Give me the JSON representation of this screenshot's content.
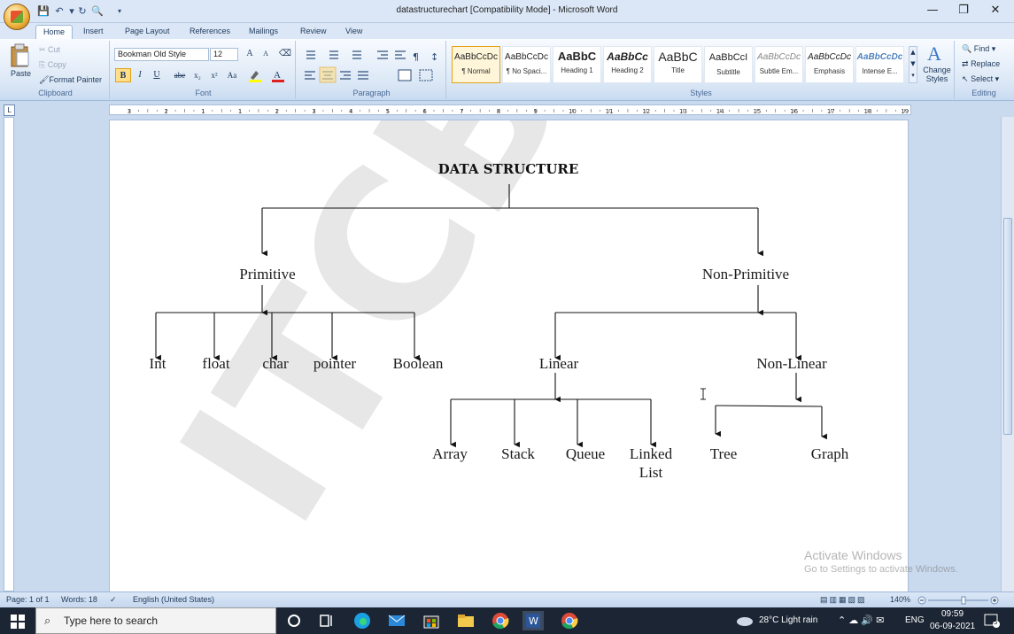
{
  "window": {
    "title": "datastructurechart [Compatibility Mode] - Microsoft Word",
    "controls": [
      "—",
      "❐",
      "✕"
    ]
  },
  "tabs": [
    "Home",
    "Insert",
    "Page Layout",
    "References",
    "Mailings",
    "Review",
    "View"
  ],
  "active_tab": "Home",
  "clipboard": {
    "paste": "Paste",
    "cut": "Cut",
    "copy": "Copy",
    "format_painter": "Format Painter",
    "label": "Clipboard"
  },
  "font": {
    "family": "Bookman Old Style",
    "size": "12",
    "label": "Font",
    "buttons": [
      "B",
      "I",
      "U",
      "abe",
      "x₂",
      "x²",
      "Aa"
    ]
  },
  "paragraph": {
    "label": "Paragraph"
  },
  "styles": {
    "label": "Styles",
    "items": [
      {
        "sample": "AaBbCcDc",
        "name": "¶ Normal"
      },
      {
        "sample": "AaBbCcDc",
        "name": "¶ No Spaci..."
      },
      {
        "sample": "AaBbC",
        "name": "Heading 1"
      },
      {
        "sample": "AaBbCc",
        "name": "Heading 2"
      },
      {
        "sample": "AaBbC",
        "name": "Title"
      },
      {
        "sample": "AaBbCcI",
        "name": "Subtitle"
      },
      {
        "sample": "AaBbCcDc",
        "name": "Subtle Em..."
      },
      {
        "sample": "AaBbCcDc",
        "name": "Emphasis"
      },
      {
        "sample": "AaBbCcDc",
        "name": "Intense E..."
      }
    ],
    "change_styles": "Change Styles"
  },
  "editing": {
    "label": "Editing",
    "find": "Find",
    "replace": "Replace",
    "select": "Select"
  },
  "ruler_numbers": [
    "3",
    "2",
    "1",
    "1",
    "2",
    "3",
    "4",
    "5",
    "6",
    "7",
    "8",
    "9",
    "10",
    "11",
    "12",
    "13",
    "14",
    "15",
    "16",
    "17",
    "18",
    "19"
  ],
  "chart": {
    "root": "DATA STRUCTURE",
    "level1": [
      "Primitive",
      "Non-Primitive"
    ],
    "primitive_children": [
      "Int",
      "float",
      "char",
      "pointer",
      "Boolean"
    ],
    "nonprimitive_children": [
      "Linear",
      "Non-Linear"
    ],
    "linear_children": [
      "Array",
      "Stack",
      "Queue",
      "Linked",
      "List"
    ],
    "nonlinear_children": [
      "Tree",
      "Graph"
    ],
    "watermark": "ITCBB"
  },
  "activate_windows": {
    "line1": "Activate Windows",
    "line2": "Go to Settings to activate Windows."
  },
  "status": {
    "page": "Page: 1 of 1",
    "words": "Words: 18",
    "language": "English (United States)",
    "zoom": "140%"
  },
  "taskbar": {
    "search_placeholder": "Type here to search",
    "weather": "28°C  Light rain",
    "lang": "ENG",
    "time": "09:59",
    "date": "06-09-2021",
    "notifications": "5"
  }
}
